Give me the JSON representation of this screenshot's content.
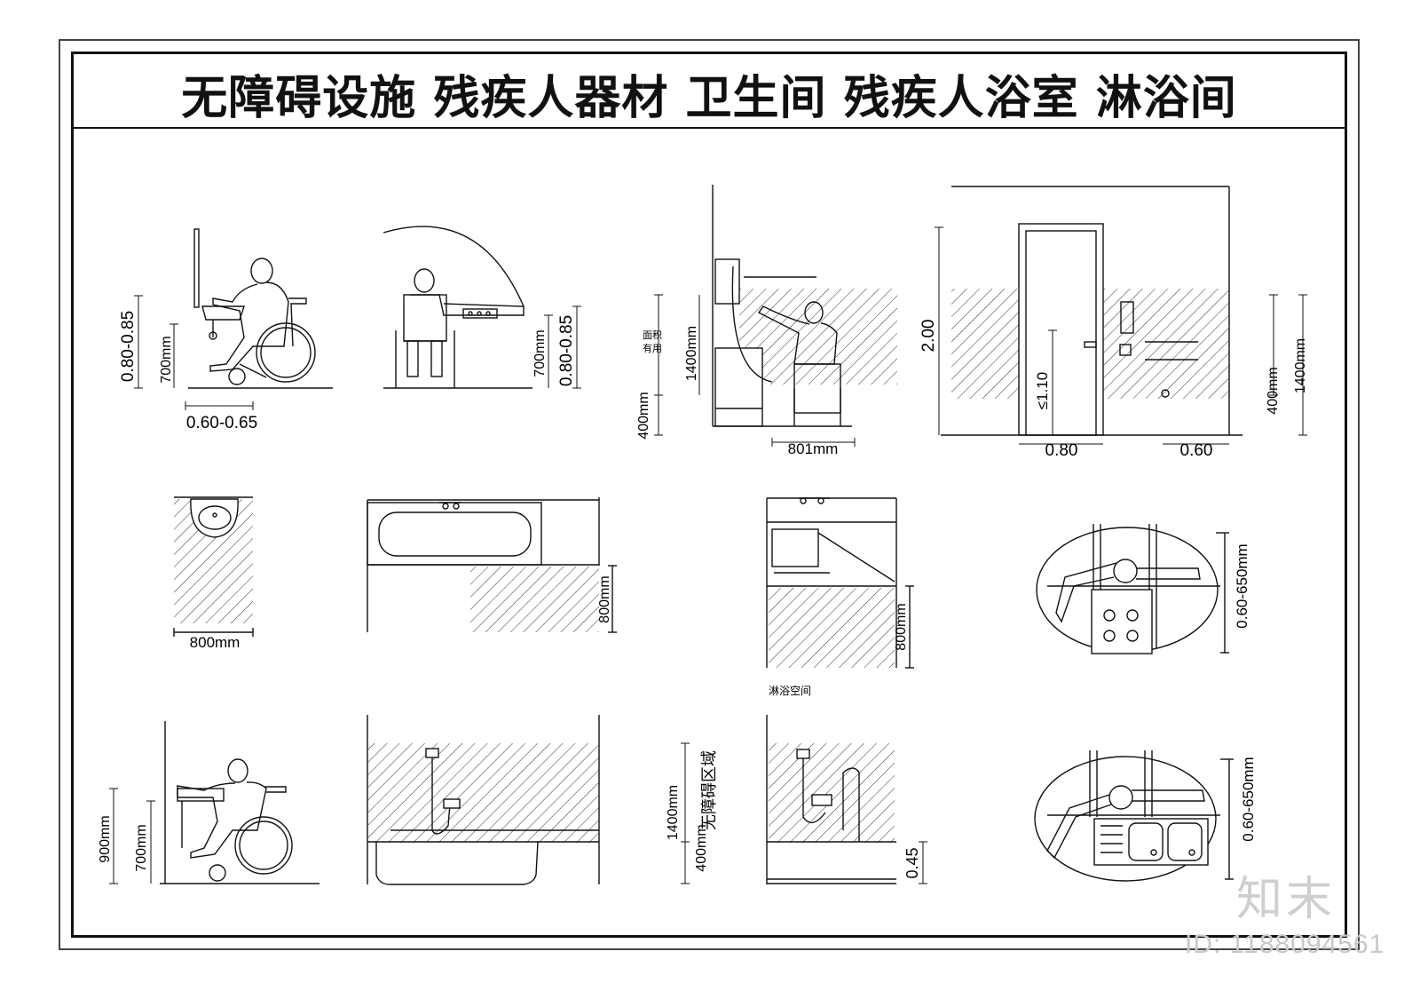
{
  "title": "无障碍设施 残疾人器材 卫生间 残疾人浴室 淋浴间",
  "dimensions": {
    "basin_elev_height": "0.80-0.85",
    "basin_elev_700": "700mm",
    "basin_elev_width": "0.60-0.65",
    "reach_height": "0.80-0.85",
    "reach_700": "700mm",
    "wall_1400": "1400mm",
    "wall_400": "400mm",
    "wall_801": "801mm",
    "area_note_1": "面积",
    "area_note_2": "有用",
    "door_200": "2.00",
    "door_110": "≤1.10",
    "door_080": "0.80",
    "door_060": "0.60",
    "right_400": "400mm",
    "right_1400": "1400mm",
    "plan_basin_800": "800mm",
    "plan_tub_800": "800mm",
    "plan_shower_800": "800mm",
    "shower_space": "淋浴空间",
    "stove_reach": "0.60-650mm",
    "low_basin_900": "900mm",
    "low_basin_700": "700mm",
    "shower_1400": "1400mm",
    "shower_400": "400mm",
    "barrier_free_zone": "无障碍区域",
    "shower_045": "0.45",
    "sink_reach": "0.60-650mm"
  },
  "brand_mark": "知末",
  "id_label": "ID: 1188094561"
}
